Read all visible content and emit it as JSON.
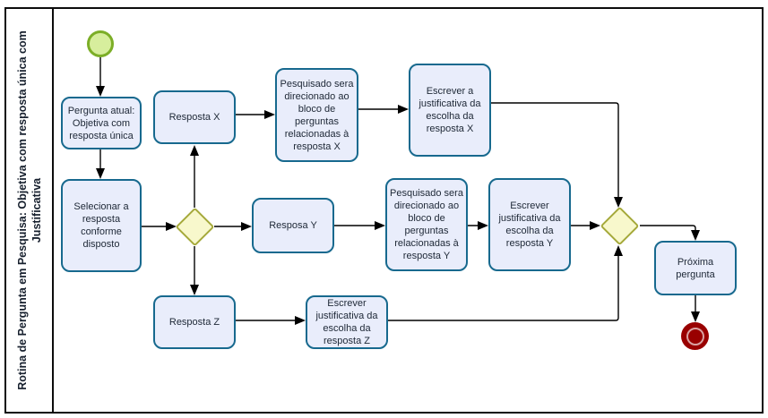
{
  "lane": {
    "title": "Rotina de Pergunta em Pesquisa: Objetiva com resposta única com Justificativa"
  },
  "tasks": {
    "pergunta_atual": {
      "label": "Pergunta atual: Objetiva com resposta única"
    },
    "selecionar": {
      "label": "Selecionar a resposta conforme disposto"
    },
    "resposta_x": {
      "label": "Resposta X"
    },
    "resposa_y": {
      "label": "Resposa Y"
    },
    "resposta_z": {
      "label": "Resposta Z"
    },
    "pesquisado_x": {
      "label": "Pesquisado sera direcionado ao bloco de perguntas relacionadas à resposta X"
    },
    "escrever_x": {
      "label": "Escrever a justificativa da escolha da resposta X"
    },
    "pesquisado_y": {
      "label": "Pesquisado sera direcionado ao bloco de perguntas relacionadas à resposta Y"
    },
    "escrever_y": {
      "label": "Escrever justificativa da escolha da resposta Y"
    },
    "escrever_z": {
      "label": "Escrever justificativa da escolha da resposta Z"
    },
    "proxima": {
      "label": "Próxima pergunta"
    }
  },
  "colors": {
    "task_fill": "#e9edfb",
    "task_border": "#17698e",
    "gateway_fill": "#f8f8cc",
    "gateway_border": "#a5a93a",
    "start_fill": "#d7ee9d",
    "start_border": "#7cae27",
    "end_color": "#990000",
    "connector": "#000000"
  }
}
